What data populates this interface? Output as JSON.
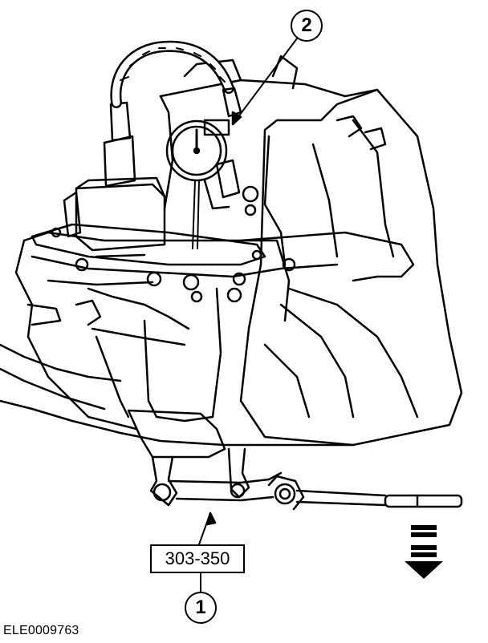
{
  "callouts": [
    {
      "id": "callout-1",
      "number": "1"
    },
    {
      "id": "callout-2",
      "number": "2"
    }
  ],
  "tool_number": "303-350",
  "reference_id": "ELE0009763",
  "colors": {
    "line": "#000000",
    "background": "#ffffff"
  }
}
